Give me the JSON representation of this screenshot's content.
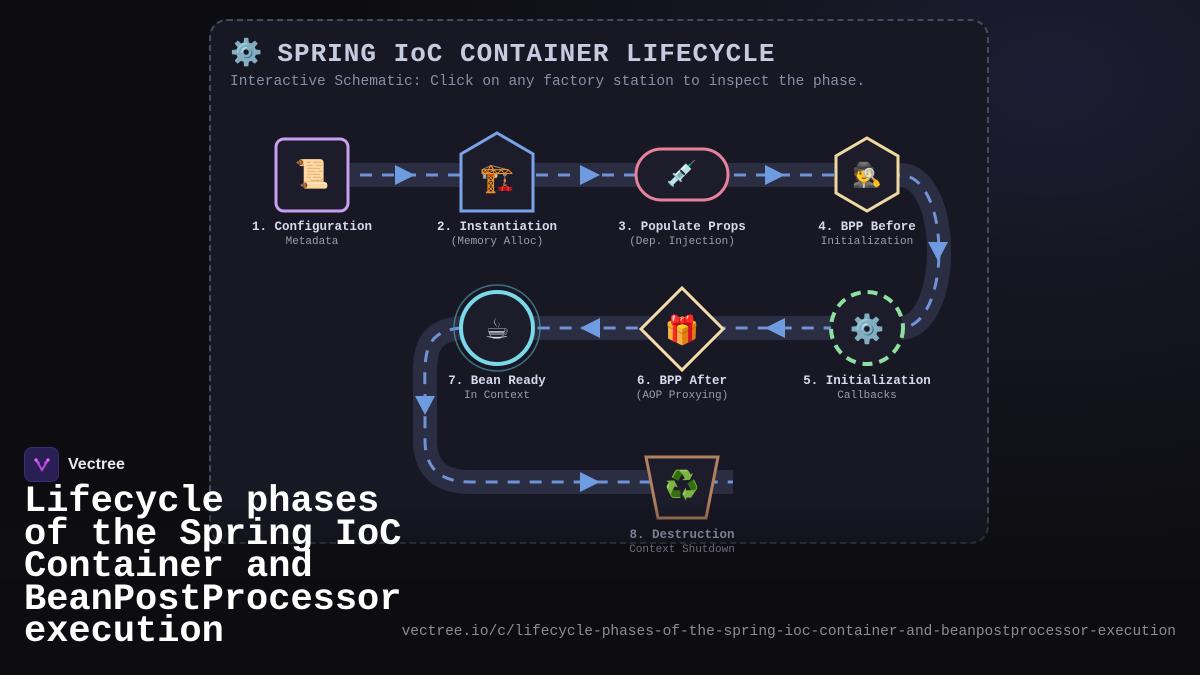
{
  "card": {
    "title_icon": "gear-icon",
    "title": "SPRING IoC CONTAINER LIFECYCLE",
    "subtitle": "Interactive Schematic: Click on any factory station to inspect the phase."
  },
  "stations": [
    {
      "name": "1. Configuration",
      "sub": "Metadata",
      "icon": "scroll-icon",
      "emoji": "📜",
      "color": "#c9a0f0"
    },
    {
      "name": "2. Instantiation",
      "sub": "(Memory Alloc)",
      "icon": "crane-icon",
      "emoji": "🏗️",
      "color": "#7aa2e8"
    },
    {
      "name": "3. Populate Props",
      "sub": "(Dep. Injection)",
      "icon": "syringe-icon",
      "emoji": "💉",
      "color": "#e8829a"
    },
    {
      "name": "4. BPP Before",
      "sub": "Initialization",
      "icon": "detective-icon",
      "emoji": "🕵️",
      "color": "#f0d9a0"
    },
    {
      "name": "5. Initialization",
      "sub": "Callbacks",
      "icon": "gear-icon",
      "emoji": "⚙️",
      "color": "#8fe0a0"
    },
    {
      "name": "6. BPP After",
      "sub": "(AOP Proxying)",
      "icon": "gift-icon",
      "emoji": "🎁",
      "color": "#f5dca8"
    },
    {
      "name": "7. Bean Ready",
      "sub": "In Context",
      "icon": "coffee-icon",
      "emoji": "☕",
      "color": "#7ad8e8"
    },
    {
      "name": "8. Destruction",
      "sub": "Context Shutdown",
      "icon": "recycle-icon",
      "emoji": "♻️",
      "color": "#b08060"
    }
  ],
  "colors": {
    "track": "#2b2d42",
    "dash": "#6f93d6",
    "arrow": "#6f9be0"
  },
  "brand": {
    "name": "Vectree",
    "logo_icon": "vectree-logo-icon"
  },
  "headline": "Lifecycle phases of the Spring IoC Container and BeanPostProcessor execution",
  "url": "vectree.io/c/lifecycle-phases-of-the-spring-ioc-container-and-beanpostprocessor-execution"
}
